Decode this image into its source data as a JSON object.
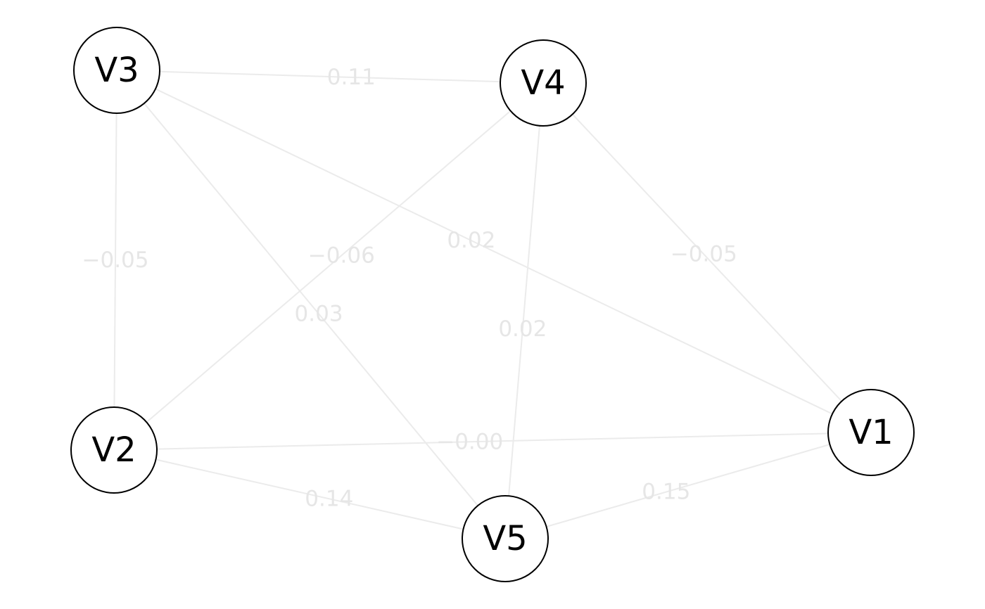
{
  "nodes": [
    {
      "id": "V1",
      "label": "V1"
    },
    {
      "id": "V2",
      "label": "V2"
    },
    {
      "id": "V3",
      "label": "V3"
    },
    {
      "id": "V4",
      "label": "V4"
    },
    {
      "id": "V5",
      "label": "V5"
    }
  ],
  "edges": [
    {
      "from": "V3",
      "to": "V4",
      "weight": "0.11"
    },
    {
      "from": "V3",
      "to": "V2",
      "weight": "−0.05"
    },
    {
      "from": "V4",
      "to": "V2",
      "weight": "−0.06"
    },
    {
      "from": "V3",
      "to": "V1",
      "weight": "0.02"
    },
    {
      "from": "V4",
      "to": "V1",
      "weight": "−0.05"
    },
    {
      "from": "V3",
      "to": "V5",
      "weight": "0.03"
    },
    {
      "from": "V4",
      "to": "V5",
      "weight": "0.02"
    },
    {
      "from": "V2",
      "to": "V1",
      "weight": "−0.00"
    },
    {
      "from": "V2",
      "to": "V5",
      "weight": "0.14"
    },
    {
      "from": "V5",
      "to": "V1",
      "weight": "0.15"
    }
  ],
  "colors": {
    "edge": "#ebebeb",
    "edge_label": "#e6e6e6",
    "node_border": "#000000",
    "node_fill": "#ffffff",
    "node_label": "#000000"
  }
}
